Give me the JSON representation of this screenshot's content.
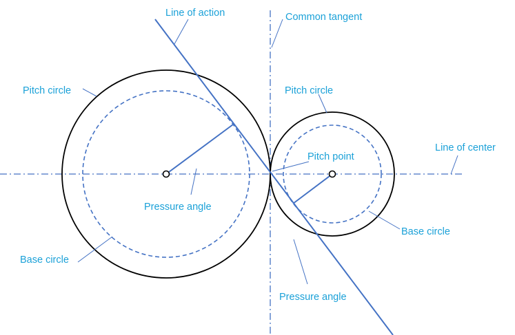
{
  "labels": {
    "line_of_action": "Line of action",
    "common_tangent": "Common tangent",
    "pitch_circle_left": "Pitch circle",
    "pitch_circle_right": "Pitch circle",
    "pitch_point": "Pitch point",
    "line_of_center": "Line of center",
    "pressure_angle_left": "Pressure angle",
    "pressure_angle_right": "Pressure angle",
    "base_circle_right": "Base circle",
    "base_circle_left": "Base circle"
  },
  "colors": {
    "label_text": "#1ba1d8",
    "construction_lines": "#4472c4",
    "circle_outline": "#000000"
  }
}
